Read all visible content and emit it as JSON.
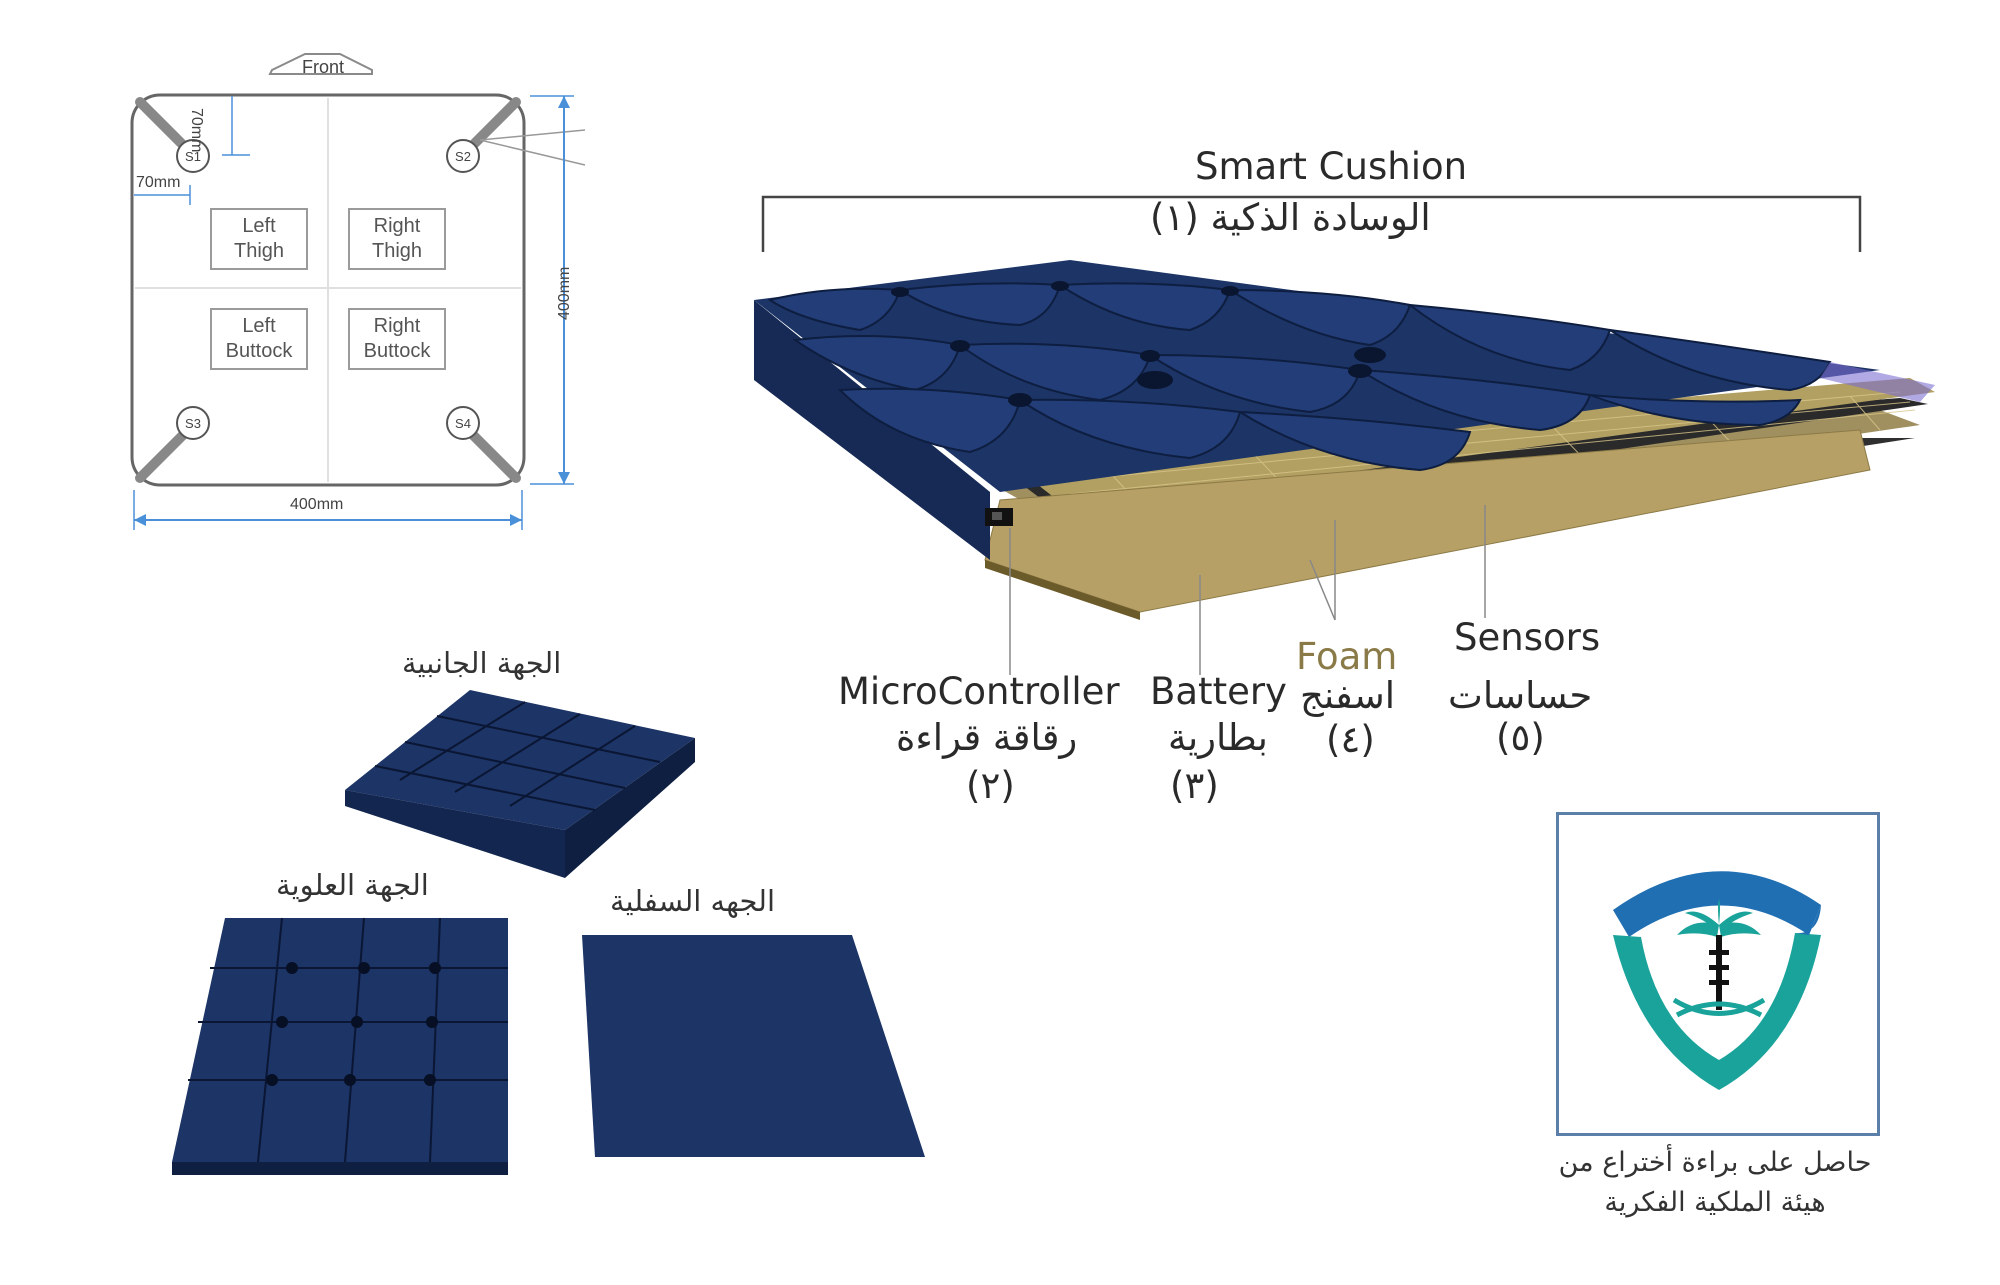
{
  "schematic": {
    "front_label": "Front",
    "zones": [
      {
        "label": "Left\nThigh"
      },
      {
        "label": "Right\nThigh"
      },
      {
        "label": "Left\nButtock"
      },
      {
        "label": "Right\nButtock"
      }
    ],
    "sensors": [
      "S1",
      "S2",
      "S3",
      "S4"
    ],
    "dim_offset_v": "70mm",
    "dim_offset_h": "70mm",
    "dim_width": "400mm",
    "dim_height": "400mm"
  },
  "cushion": {
    "title_en": "Smart Cushion",
    "title_ar": "الوسادة الذكية (١)",
    "color": "#1c3466"
  },
  "components": [
    {
      "en": "MicroController",
      "ar": "رقاقة قراءة",
      "num": "(٢)"
    },
    {
      "en": "Battery",
      "ar": "بطارية",
      "num": "(٣)"
    },
    {
      "en": "Foam",
      "ar": "اسفنج",
      "num": "(٤)"
    },
    {
      "en": "Sensors",
      "ar": "حساسات",
      "num": "(٥)"
    }
  ],
  "views": {
    "side": "الجهة الجانبية",
    "top": "الجهة العلوية",
    "bottom": "الجهه السفلية"
  },
  "patent": {
    "line1": "حاصل على براءة أختراع من",
    "line2": "هيئة الملكية الفكرية",
    "colors": {
      "blue": "#1f6fb2",
      "green": "#1aa39a"
    }
  }
}
